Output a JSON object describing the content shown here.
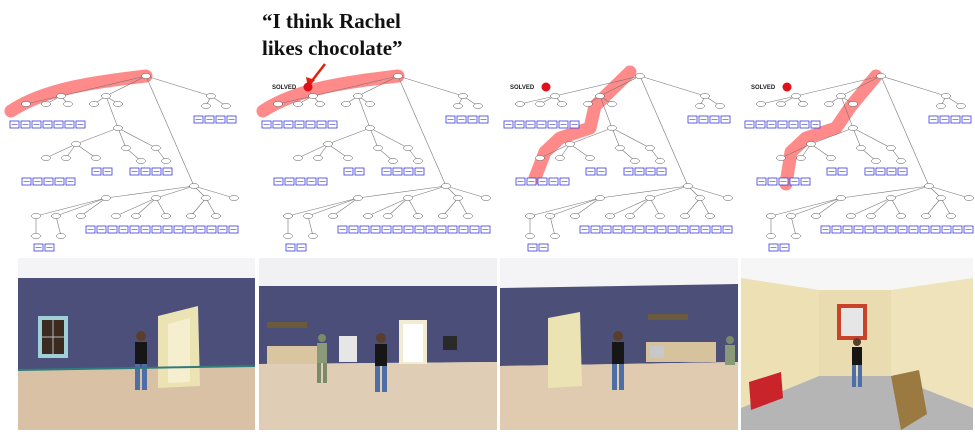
{
  "figure": {
    "quote_lines": [
      "“I think Rachel",
      "likes chocolate”"
    ],
    "solved_label": "SOLVED",
    "panels": [
      {
        "id": "panel-1",
        "solved": false
      },
      {
        "id": "panel-2",
        "solved": true
      },
      {
        "id": "panel-3",
        "solved": true
      },
      {
        "id": "panel-4",
        "solved": true
      }
    ],
    "colors": {
      "highlight": "#ff2a2a",
      "leaf_box": "#3a3ad8",
      "tree_line": "#777777",
      "room_wall": "#4a4f7a",
      "floor": "#d9c2a8"
    }
  }
}
